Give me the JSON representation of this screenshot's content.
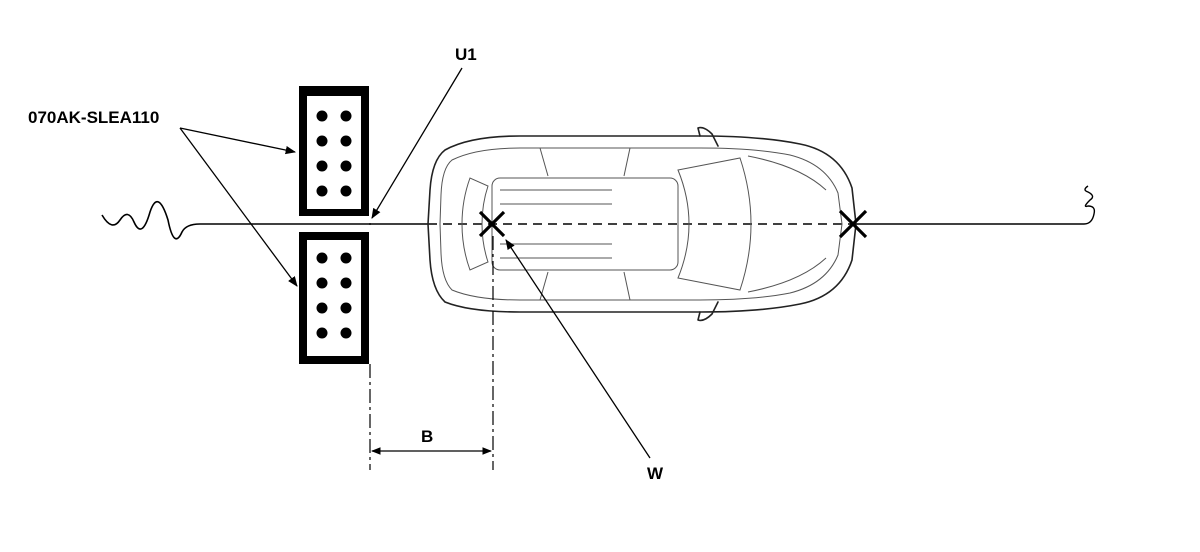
{
  "labels": {
    "target_part": "070AK-SLEA110",
    "u1": "U1",
    "w": "W",
    "b": "B"
  },
  "colors": {
    "ink": "#000000",
    "background": "#ffffff"
  },
  "icons": {
    "target_panel": "dot-grid-target",
    "center_mark": "x-mark",
    "wheel_center": "x-mark",
    "wavy_break": "break-line",
    "cord_end": "pigtail"
  }
}
